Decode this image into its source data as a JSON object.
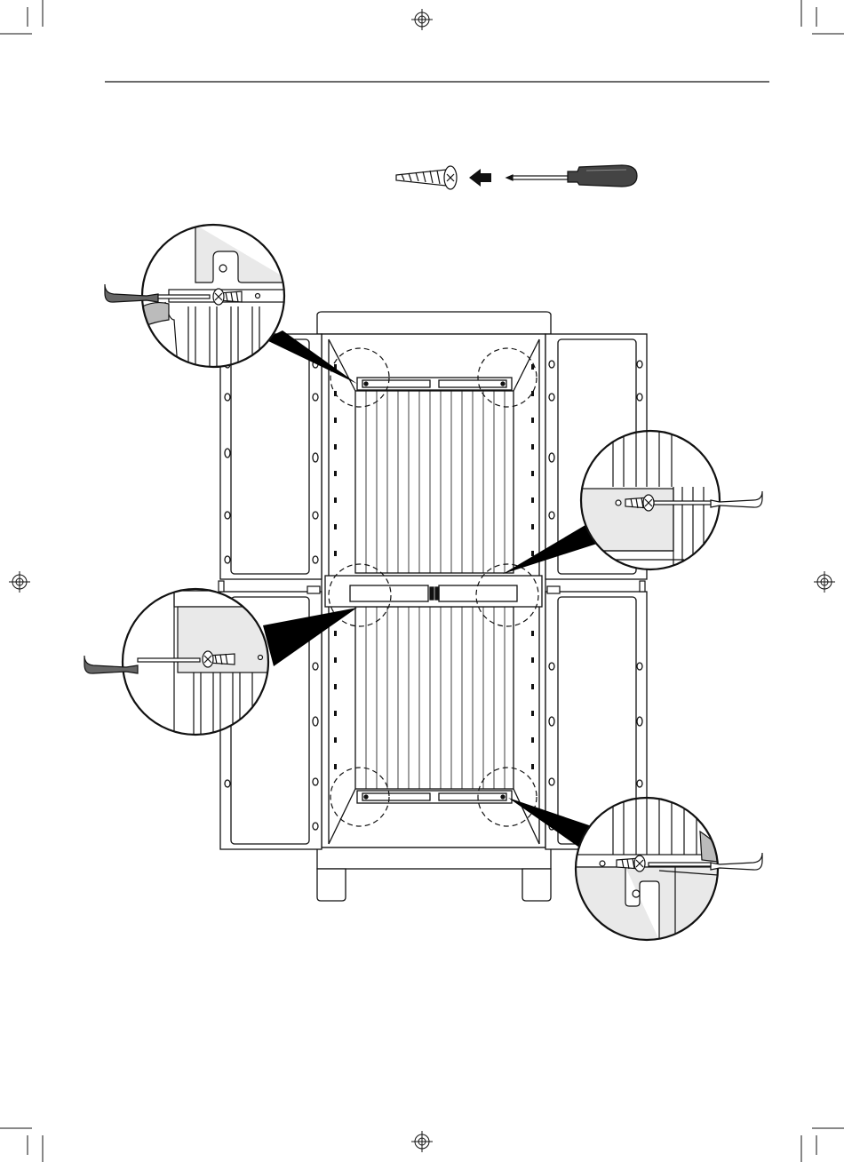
{
  "page": {
    "background": "#ffffff",
    "line_color": "#111111",
    "panel_fill": "#e9e9e9",
    "shadow_fill": "#000000"
  },
  "hardware_row": {
    "items": [
      {
        "name": "screw-icon",
        "role": "fastener"
      },
      {
        "name": "arrow-left-icon",
        "role": "direction"
      },
      {
        "name": "phillips-screwdriver-icon",
        "role": "tool"
      }
    ]
  },
  "callouts": [
    {
      "name": "callout-top-left",
      "target": "upper-left-shelf-bracket"
    },
    {
      "name": "callout-middle-right",
      "target": "middle-right-shelf-bracket"
    },
    {
      "name": "callout-middle-left",
      "target": "middle-left-shelf-bracket"
    },
    {
      "name": "callout-bottom-right",
      "target": "lower-right-shelf-bracket"
    }
  ],
  "cabinet": {
    "doors": 4,
    "shelf_brackets": 3,
    "screw_points_marked": 6
  }
}
